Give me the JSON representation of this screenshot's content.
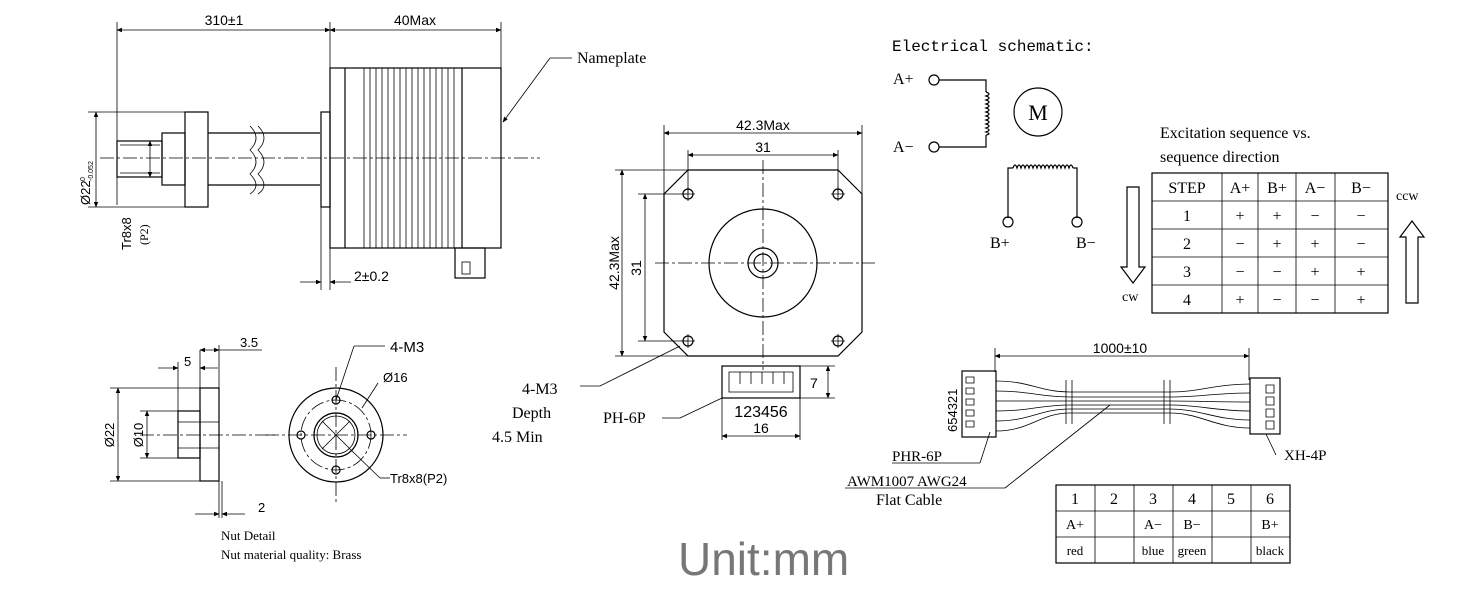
{
  "dims": {
    "rod_length": "310±1",
    "motor_length": "40Max",
    "shaft_dia_main": "Ø22",
    "shaft_dia_tol_sup": "0",
    "shaft_dia_tol_sub": "-0.052",
    "thread": "Tr8x8",
    "thread_pitch": "(P2)",
    "flange_gap": "2±0.2",
    "nameplate": "Nameplate",
    "face_width": "42.3Max",
    "hole_spacing_h": "31",
    "face_height": "42.3Max",
    "hole_spacing_v": "31",
    "holes_note_1": "4-M3",
    "holes_note_2": "Depth",
    "holes_note_3": "4.5 Min",
    "connector": "PH-6P",
    "connector_pins": "123456",
    "connector_width": "16",
    "connector_depth": "7"
  },
  "nut": {
    "dim_3_5": "3.5",
    "dim_5": "5",
    "dim_22": "Ø22",
    "dim_10": "Ø10",
    "dim_2": "2",
    "holes": "4-M3",
    "bolt_circle": "Ø16",
    "thread": "Tr8x8(P2)",
    "note_1": "Nut Detail",
    "note_2": "Nut material quality: Brass"
  },
  "schematic": {
    "title": "Electrical schematic:",
    "a_plus": "A+",
    "a_minus": "A−",
    "b_plus": "B+",
    "b_minus": "B−",
    "motor": "M"
  },
  "excitation": {
    "title_1": "Excitation sequence vs.",
    "title_2": "sequence direction",
    "headers": [
      "STEP",
      "A+",
      "B+",
      "A−",
      "B−"
    ],
    "rows": [
      [
        "1",
        "+",
        "+",
        "−",
        "−"
      ],
      [
        "2",
        "−",
        "+",
        "+",
        "−"
      ],
      [
        "3",
        "−",
        "−",
        "+",
        "+"
      ],
      [
        "4",
        "+",
        "−",
        "−",
        "+"
      ]
    ],
    "cw": "cw",
    "ccw": "ccw"
  },
  "cable": {
    "length": "1000±10",
    "pins_label": "654321",
    "left_conn": "PHR-6P",
    "right_conn": "XH-4P",
    "wire_1": "AWM1007 AWG24",
    "wire_2": "Flat Cable"
  },
  "pinout": {
    "numbers": [
      "1",
      "2",
      "3",
      "4",
      "5",
      "6"
    ],
    "signals": [
      "A+",
      "",
      "A−",
      "B−",
      "",
      "B+"
    ],
    "colors": [
      "red",
      "",
      "blue",
      "green",
      "",
      "black"
    ]
  },
  "unit": "Unit:mm"
}
